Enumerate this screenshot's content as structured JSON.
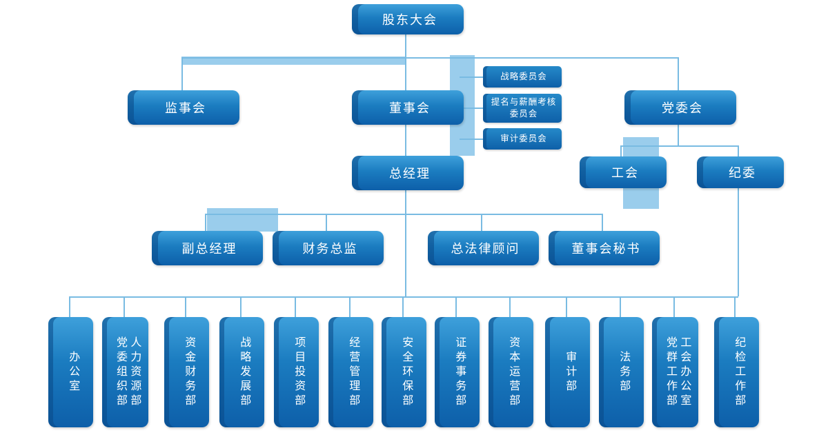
{
  "org": {
    "root": {
      "label": "股东大会"
    },
    "level2": {
      "supervisory": "监事会",
      "board": "董事会",
      "party": "党委会"
    },
    "committees": [
      {
        "lines": [
          "战略委员会"
        ]
      },
      {
        "lines": [
          "提名与薪酬考核",
          "委员会"
        ]
      },
      {
        "lines": [
          "审计委员会"
        ]
      }
    ],
    "level3": {
      "gm": "总经理",
      "union": "工会",
      "discipline": "纪委"
    },
    "executives": [
      {
        "label": "副总经理"
      },
      {
        "label": "财务总监"
      },
      {
        "label": "总法律顾问"
      },
      {
        "label": "董事会秘书"
      }
    ],
    "departments": [
      {
        "lines": [
          "办公室"
        ]
      },
      {
        "lines": [
          "党委组织部",
          "人力资源部"
        ]
      },
      {
        "lines": [
          "资金财务部"
        ]
      },
      {
        "lines": [
          "战略发展部"
        ]
      },
      {
        "lines": [
          "项目投资部"
        ]
      },
      {
        "lines": [
          "经营管理部"
        ]
      },
      {
        "lines": [
          "安全环保部"
        ]
      },
      {
        "lines": [
          "证券事务部"
        ]
      },
      {
        "lines": [
          "资本运营部"
        ]
      },
      {
        "lines": [
          "审计部"
        ]
      },
      {
        "lines": [
          "法务部"
        ]
      },
      {
        "lines": [
          "党群工作部",
          "工会办公室"
        ]
      },
      {
        "lines": [
          "纪检工作部"
        ]
      }
    ]
  },
  "colors": {
    "node_top": "#3ea0db",
    "node_bottom": "#0d5fa9",
    "node_edge": "#0a4f92",
    "connector": "#79bbe2",
    "band": "#9acdec",
    "text": "#ffffff",
    "background": "#ffffff"
  }
}
